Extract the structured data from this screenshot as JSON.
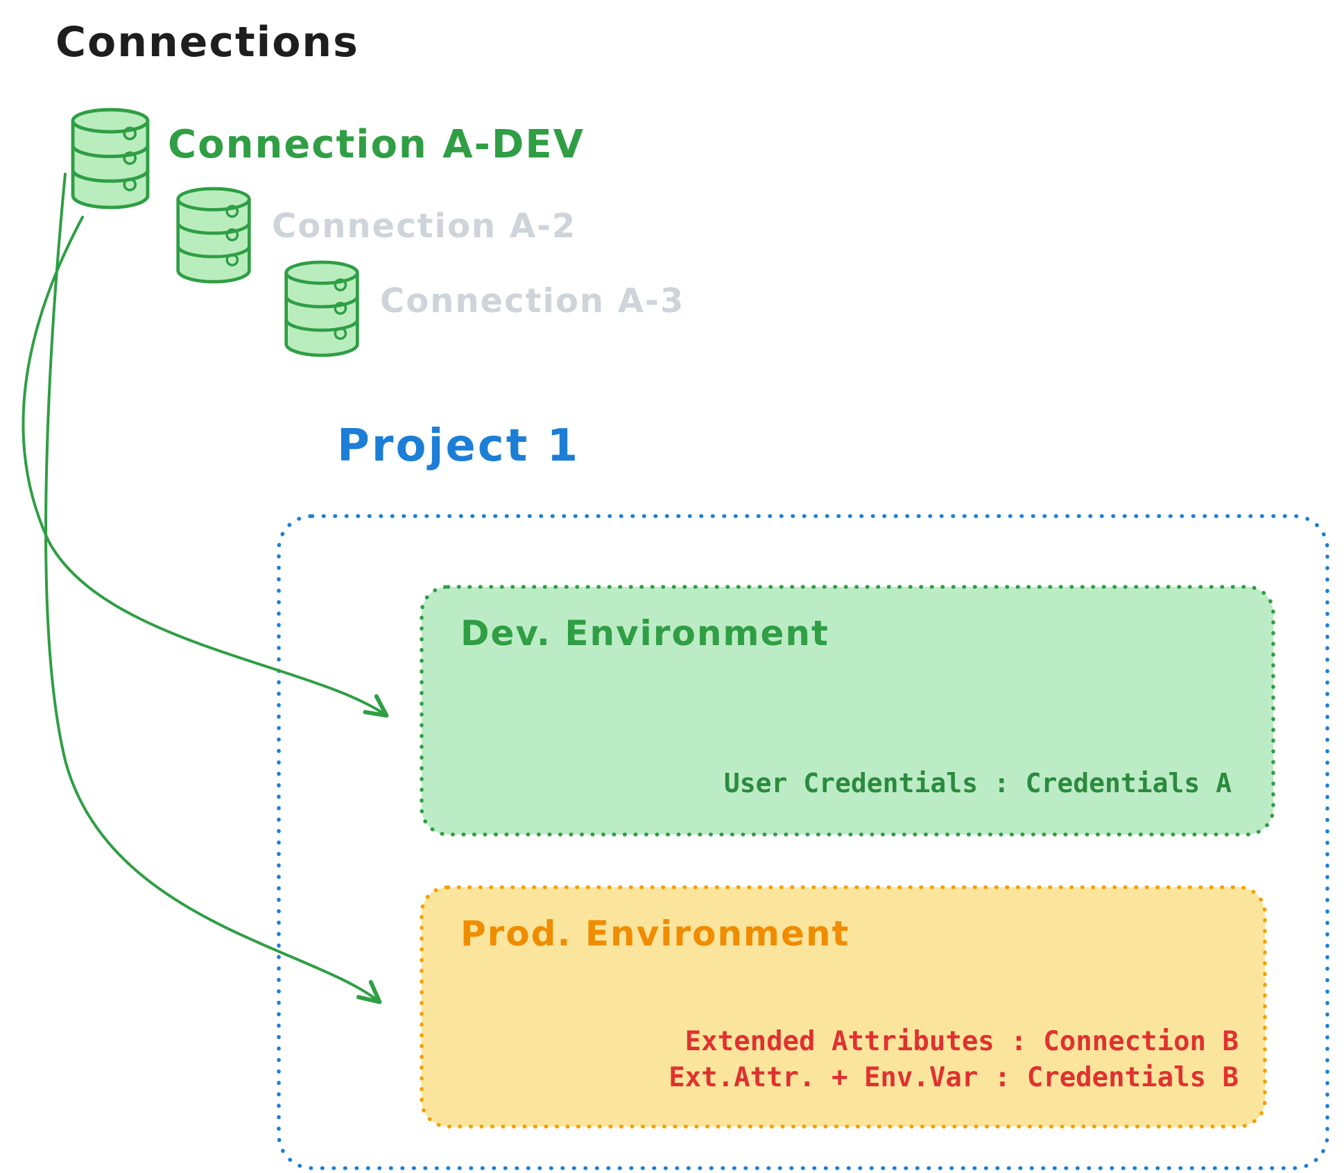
{
  "title": "Connections",
  "connections": [
    {
      "label": "Connection A-DEV",
      "state": "active"
    },
    {
      "label": "Connection A-2",
      "state": "dimmed"
    },
    {
      "label": "Connection A-3",
      "state": "dimmed"
    }
  ],
  "project": {
    "title": "Project 1",
    "environments": [
      {
        "name": "Dev. Environment",
        "lines": [
          "User Credentials : Credentials A"
        ]
      },
      {
        "name": "Prod. Environment",
        "lines": [
          "Extended Attributes : Connection B",
          "Ext.Attr. + Env.Var : Credentials B"
        ]
      }
    ]
  },
  "icons": {
    "database": "database-icon",
    "arrows": [
      "arrow-to-dev-environment",
      "arrow-to-prod-environment"
    ]
  },
  "colors": {
    "title_text": "#1e1e1e",
    "accent_green": "#2f9e44",
    "green_text": "#2b8a3e",
    "green_fill": "#bcecc5",
    "dimmed_label": "#ced4da",
    "accent_blue": "#1c7ed6",
    "accent_orange": "#f59f00",
    "orange_label": "#f08c00",
    "orange_fill": "#fbe59c",
    "red_text": "#e03131",
    "db_fill": "#b9edbe"
  }
}
